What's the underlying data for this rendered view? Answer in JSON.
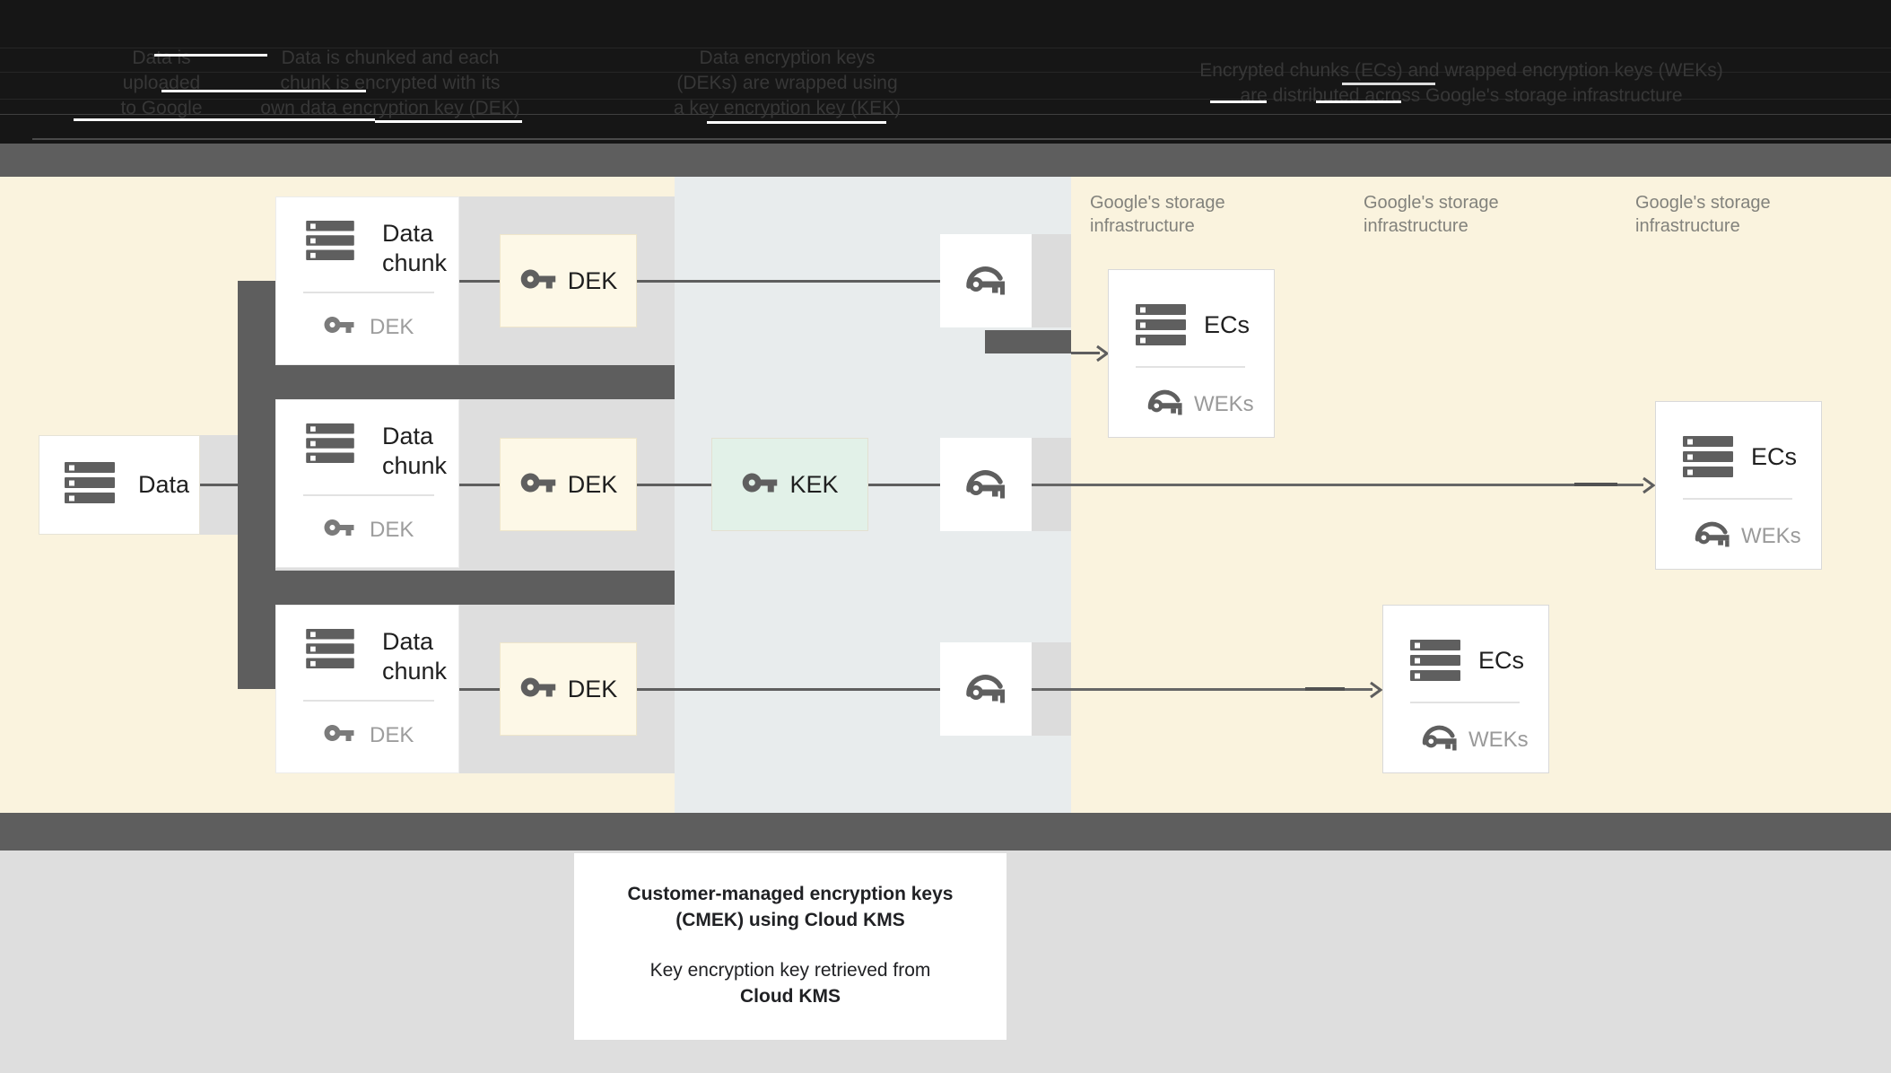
{
  "header": {
    "steps": [
      {
        "lines": [
          "Data is",
          "uploaded",
          "to Google"
        ]
      },
      {
        "lines": [
          "Data is chunked and each",
          "chunk is encrypted with its",
          "own data encryption key (DEK)"
        ]
      },
      {
        "lines": [
          "Data encryption keys",
          "(DEKs) are wrapped using",
          "a key encryption key (KEK)"
        ]
      },
      {
        "lines": [
          "Encrypted chunks (ECs) and wrapped encryption keys (WEKs)",
          "are distributed across Google's storage infrastructure"
        ]
      }
    ]
  },
  "diagram": {
    "data_box": {
      "label": "Data"
    },
    "chunk_rows": [
      {
        "title": "Data chunk",
        "inner_key_label": "DEK",
        "dek_box_label": "DEK"
      },
      {
        "title": "Data chunk",
        "inner_key_label": "DEK",
        "dek_box_label": "DEK"
      },
      {
        "title": "Data chunk",
        "inner_key_label": "DEK",
        "dek_box_label": "DEK"
      }
    ],
    "kek_box": {
      "label": "KEK"
    },
    "storage_labels": [
      {
        "line1": "Google's storage",
        "line2": "infrastructure"
      },
      {
        "line1": "Google's storage",
        "line2": "infrastructure"
      },
      {
        "line1": "Google's storage",
        "line2": "infrastructure"
      }
    ],
    "ecs_boxes": [
      {
        "title": "ECs",
        "key_label": "WEKs"
      },
      {
        "title": "ECs",
        "key_label": "WEKs"
      },
      {
        "title": "ECs",
        "key_label": "WEKs"
      }
    ]
  },
  "caption": {
    "title_line1": "Customer-managed encryption keys",
    "title_line2": "(CMEK) using Cloud KMS",
    "body_line1": "Key encryption key retrieved from",
    "body_line2": "Cloud KMS"
  },
  "colors": {
    "header_black": "#161616",
    "dark_gray": "#5e5e5e",
    "cream": "#faf3de",
    "dek_box_cream": "#fdf8e7",
    "kms_band_bluegray": "#e8eced",
    "kek_box_mint": "#e2f1e8",
    "light_gray_band": "#dedede",
    "muted_text": "#9d9d9d",
    "infra_text": "#82827c"
  }
}
